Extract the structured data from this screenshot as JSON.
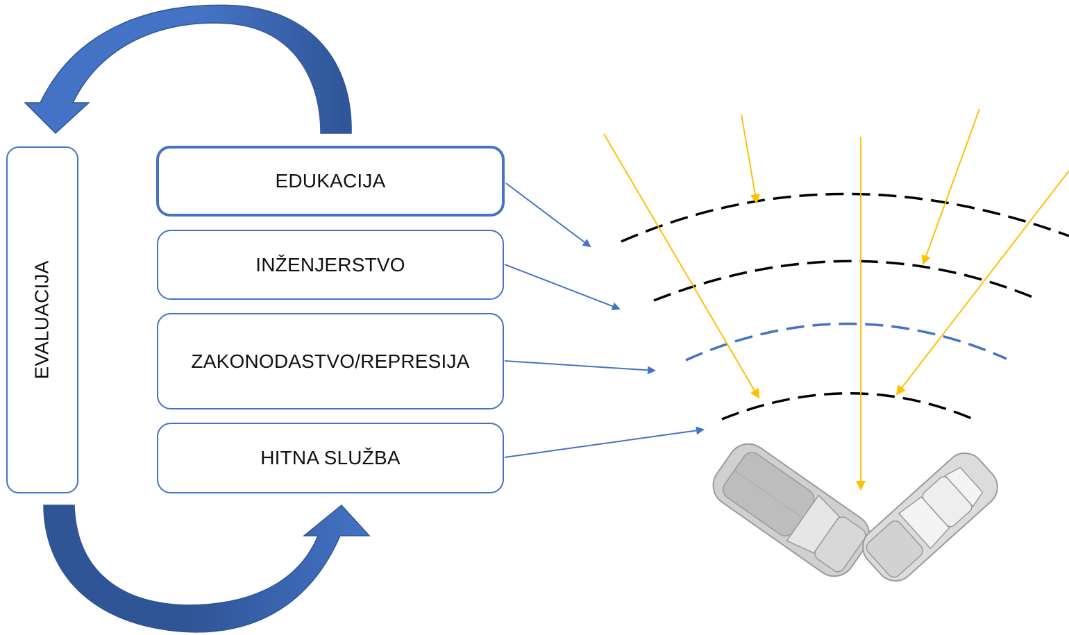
{
  "boxes": {
    "edukacija": "EDUKACIJA",
    "inzenjerstvo": "INŽENJERSTVO",
    "zakonodastvo": "ZAKONODASTVO/REPRESIJA",
    "hitna": "HITNA SLUŽBA",
    "evaluacija": "EVALUACIJA"
  },
  "colors": {
    "box_border": "#4472c4",
    "connector": "#4472c4",
    "cycle_arrow_light": "#4472c4",
    "cycle_arrow_dark": "#2f5597",
    "force_arrow": "#ffc000",
    "barrier_black": "#000000",
    "barrier_blue": "#4472c4",
    "car": "#c8c8c8"
  },
  "icons": {
    "cycle_top": "curved-arrow-icon",
    "cycle_bottom": "curved-arrow-icon",
    "crash": "car-crash-icon"
  }
}
